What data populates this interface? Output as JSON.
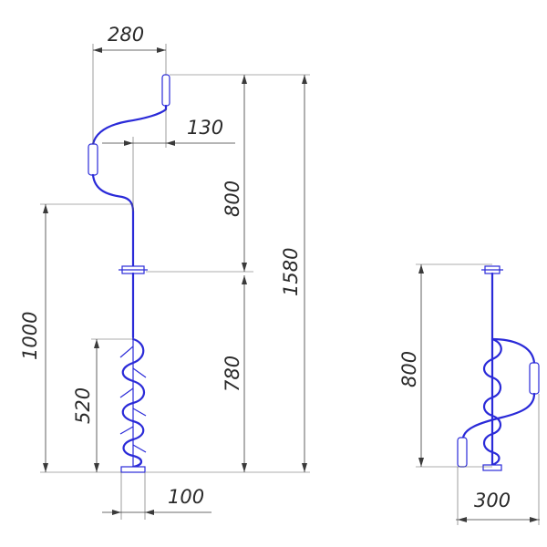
{
  "drawing": {
    "line_color": "#2a2ad8",
    "dimension_color": "#3a3a3a",
    "assembled_view": {
      "handle_offset": "280",
      "crank_offset": "130",
      "blade_width": "100",
      "upper_height": "800",
      "lower_height": "780",
      "total_height": "1580",
      "auger_height": "1000",
      "screw_height": "520"
    },
    "folded_view": {
      "folded_height": "800",
      "folded_width": "300"
    }
  }
}
